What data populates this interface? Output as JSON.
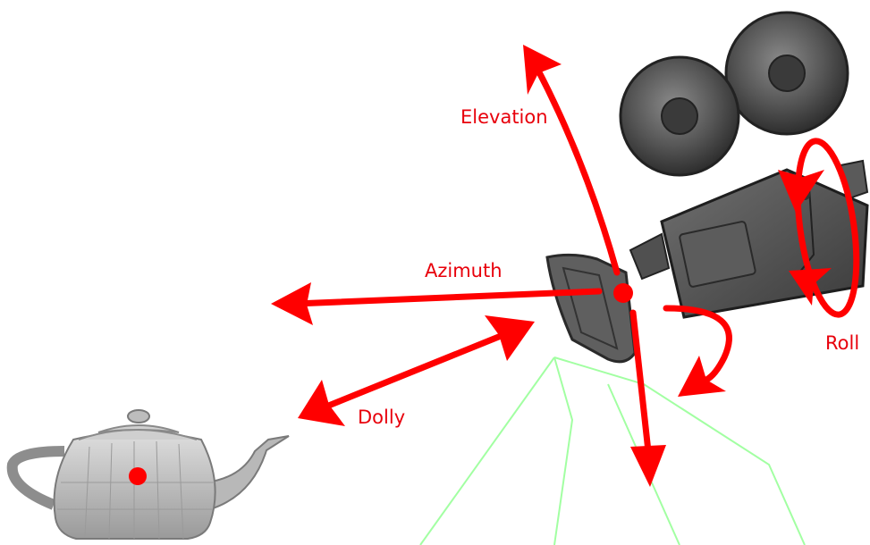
{
  "labels": {
    "elevation": "Elevation",
    "azimuth": "Azimuth",
    "dolly": "Dolly",
    "roll": "Roll"
  },
  "colors": {
    "arrow": "#ff0000",
    "label": "#e8000b",
    "frustum": "#66ff66",
    "camera_body": "#4d4d4d",
    "teapot": "#c8c8c8"
  },
  "icons": {
    "camera": "movie-camera-icon",
    "teapot": "teapot-icon"
  }
}
